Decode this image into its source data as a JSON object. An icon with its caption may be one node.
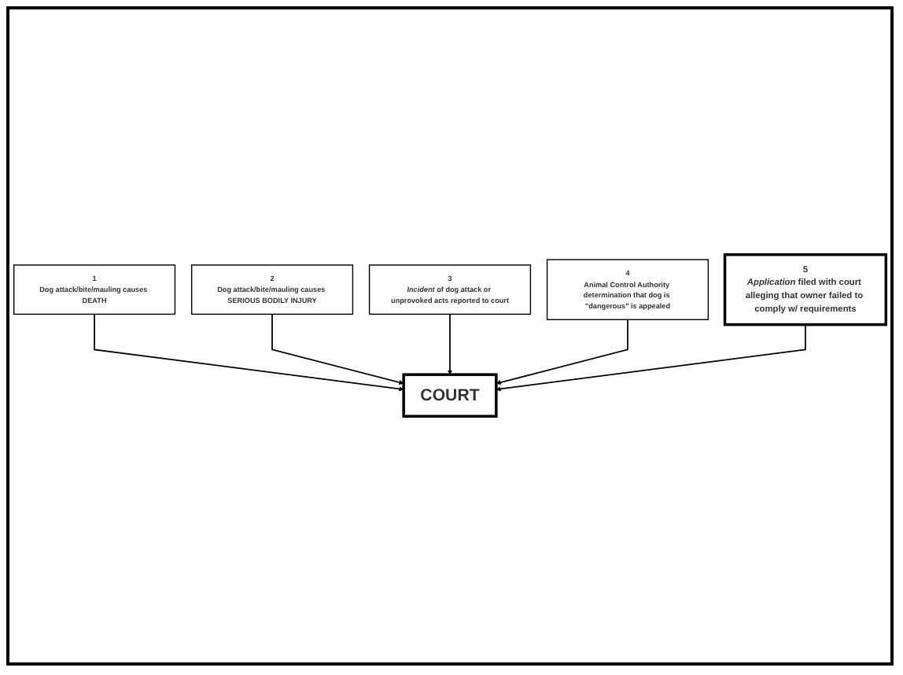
{
  "diagram": {
    "nodes": [
      {
        "text": [
          "2",
          "Dog attack/bite/mauling causes SERIOUS BODILY INJURY"
        ]
      },
      {
        "text": [
          "1",
          "Dog attack/bite/mauling causes DEATH"
        ]
      },
      {
        "text": [
          "3",
          "*Incident* of dog attack or unprovoked acts reported to court"
        ]
      },
      {
        "text": [
          "COURT"
        ]
      },
      {
        "text": [
          "5",
          "*Application* filed with court alleging that owner failed to comply w/ requirements"
        ]
      },
      {
        "text": [
          "4",
          "Animal Control Authority determination that dog is \"dangerous\" is appealed"
        ]
      }
    ],
    "edges": [
      {
        "from": 1,
        "to": 3,
        "arrow": "to"
      },
      {
        "from": 0,
        "to": 3,
        "arrow": "to"
      },
      {
        "from": 2,
        "to": 3,
        "arrow": "to"
      },
      {
        "from": 5,
        "to": 3,
        "arrow": "to"
      },
      {
        "from": 4,
        "to": 3,
        "arrow": "to"
      }
    ]
  }
}
